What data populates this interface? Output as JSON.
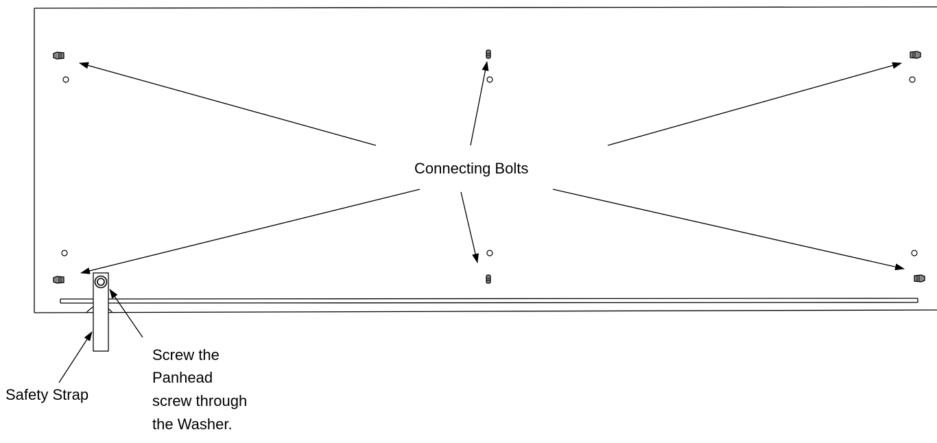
{
  "labels": {
    "connecting_bolts": "Connecting Bolts",
    "safety_strap": "Safety Strap",
    "screw_instruction": [
      "Screw the",
      "Panhead",
      "screw through",
      "the Washer."
    ]
  },
  "colors": {
    "line": "#000000",
    "background": "#ffffff",
    "bolt_fill": "#888888"
  },
  "icons": [
    "connecting-bolt-icon",
    "pilot-hole-icon",
    "washer-icon",
    "arrowhead-icon"
  ]
}
